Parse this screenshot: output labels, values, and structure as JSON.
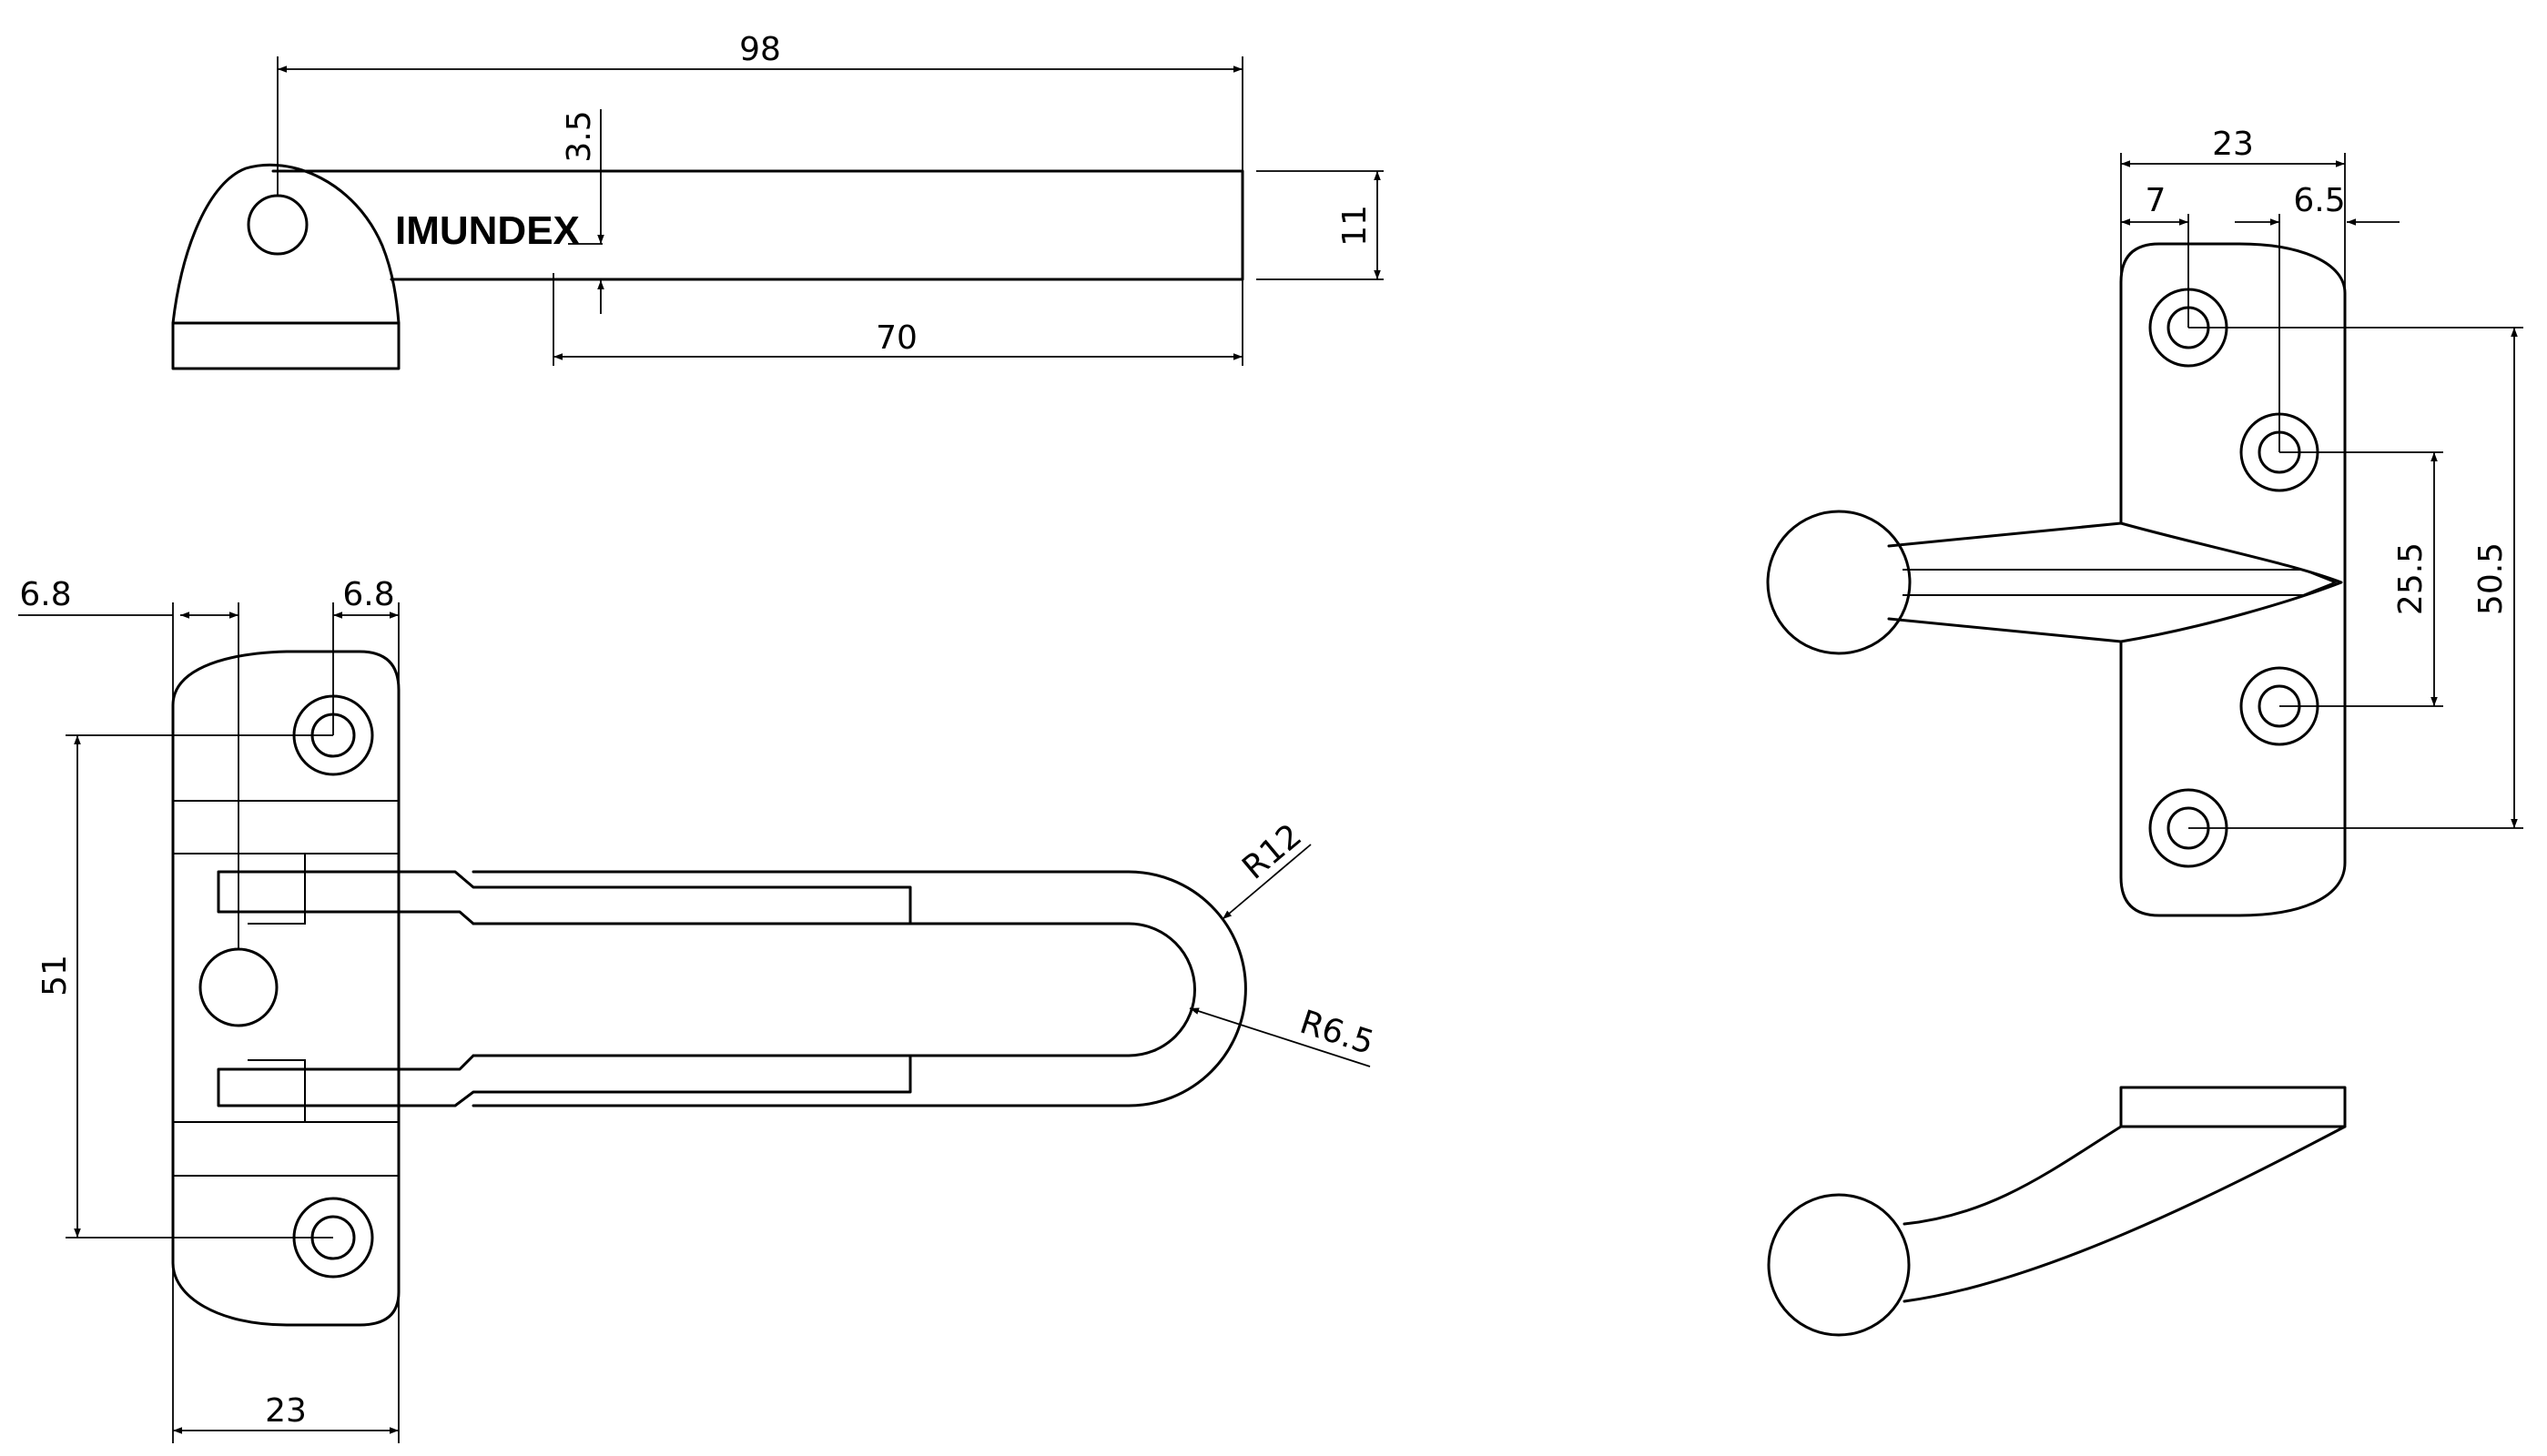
{
  "brand": "IMUNDEX",
  "dimensions": {
    "top_length": "98",
    "top_offset": "3.5",
    "top_thickness": "11",
    "top_slot_length": "70",
    "left_margin_left": "6.8",
    "left_margin_right": "6.8",
    "left_hole_spacing": "51",
    "left_width": "23",
    "radius_outer": "R12",
    "radius_inner": "R6.5",
    "right_width": "23",
    "right_left_offset": "7",
    "right_right_offset": "6.5",
    "right_inner_spacing": "25.5",
    "right_outer_spacing": "50.5"
  }
}
